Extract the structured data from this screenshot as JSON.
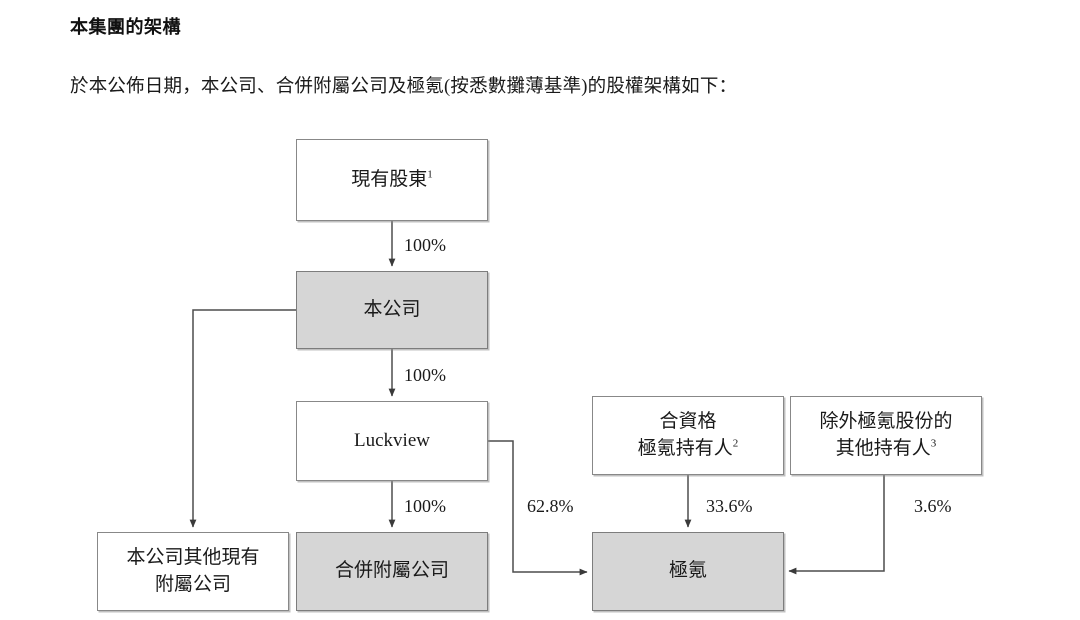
{
  "document": {
    "title": "本集團的架構",
    "paragraph": "於本公佈日期，本公司、合併附屬公司及極氪(按悉數攤薄基準)的股權架構如下："
  },
  "chart_data": {
    "type": "diagram",
    "title": "本集團的架構",
    "subtitle": "於本公佈日期，本公司、合併附屬公司及極氪(按悉數攤薄基準)的股權架構如下：",
    "nodes": [
      {
        "id": "existing-shareholders",
        "label": "現有股東",
        "footnote": "1",
        "shaded": false
      },
      {
        "id": "company",
        "label": "本公司",
        "footnote": "",
        "shaded": true
      },
      {
        "id": "luckview",
        "label": "Luckview",
        "footnote": "",
        "shaded": false
      },
      {
        "id": "other-subsidiaries",
        "line1": "本公司其他現有",
        "line2": "附屬公司",
        "footnote": "",
        "shaded": false
      },
      {
        "id": "consolidated-sub",
        "label": "合併附屬公司",
        "footnote": "",
        "shaded": true
      },
      {
        "id": "zeekr",
        "label": "極氪",
        "footnote": "",
        "shaded": true
      },
      {
        "id": "eligible-holders",
        "line1": "合資格",
        "line2": "極氪持有人",
        "footnote": "2",
        "shaded": false
      },
      {
        "id": "other-holders",
        "line1": "除外極氪股份的",
        "line2": "其他持有人",
        "footnote": "3",
        "shaded": false
      }
    ],
    "edges": [
      {
        "from": "existing-shareholders",
        "to": "company",
        "label": "100%"
      },
      {
        "from": "company",
        "to": "luckview",
        "label": "100%"
      },
      {
        "from": "company",
        "to": "other-subsidiaries",
        "label": ""
      },
      {
        "from": "luckview",
        "to": "consolidated-sub",
        "label": "100%"
      },
      {
        "from": "luckview",
        "to": "zeekr",
        "label": "62.8%"
      },
      {
        "from": "eligible-holders",
        "to": "zeekr",
        "label": "33.6%"
      },
      {
        "from": "other-holders",
        "to": "zeekr",
        "label": "3.6%"
      }
    ],
    "edge_labels": {
      "shareholders_to_company": "100%",
      "company_to_luckview": "100%",
      "luckview_to_consolidated": "100%",
      "luckview_to_zeekr": "62.8%",
      "eligible_to_zeekr": "33.6%",
      "other_to_zeekr": "3.6%"
    },
    "colors": {
      "shaded_fill": "#d6d6d6",
      "plain_fill": "#ffffff",
      "border": "#888888",
      "connector": "#4d4d4d",
      "text": "#1a1a1a"
    }
  }
}
